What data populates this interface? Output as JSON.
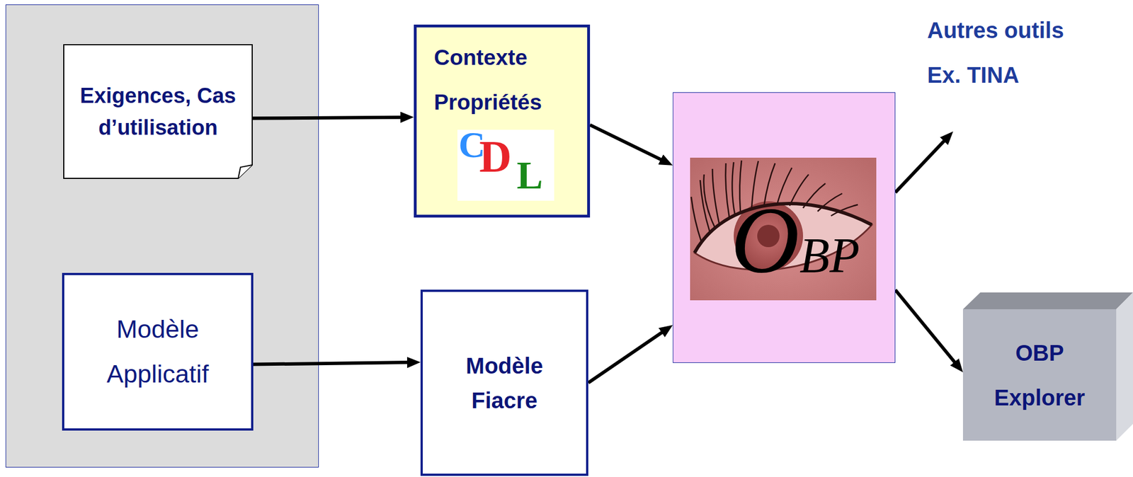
{
  "diagram": {
    "nodes": [
      {
        "text": []
      },
      {
        "text": [
          "Exigences, Cas d’utilisation"
        ],
        "in": 0
      },
      {
        "text": [
          "Modèle Applicatif"
        ],
        "in": 0
      },
      {
        "text": [
          "Contexte Propriétés"
        ]
      },
      {
        "text": [
          "Modèle Fiacre"
        ]
      },
      {
        "text": [
          "OBP"
        ]
      },
      {
        "text": [
          "Autres outils",
          "Ex. TINA"
        ]
      },
      {
        "text": [
          "OBP Explorer"
        ]
      }
    ],
    "edges": [
      {
        "from": 1,
        "to": 3,
        "arrow": "to"
      },
      {
        "from": 2,
        "to": 4,
        "arrow": "to"
      },
      {
        "from": 3,
        "to": 5,
        "arrow": "to"
      },
      {
        "from": 4,
        "to": 5,
        "arrow": "to"
      },
      {
        "from": 5,
        "to": 6,
        "arrow": "to"
      },
      {
        "from": 5,
        "to": 7,
        "arrow": "to"
      }
    ],
    "labels": [
      "C",
      "D",
      "L"
    ]
  }
}
